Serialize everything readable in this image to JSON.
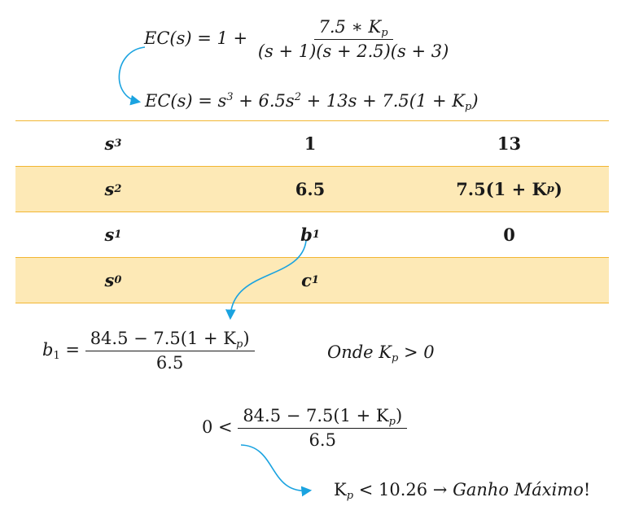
{
  "eq1": {
    "lhs": "EC(s) = 1 + ",
    "numerator": "7.5 ∗ K",
    "numerator_sub": "p",
    "denominator": "(s + 1)(s + 2.5)(s + 3)"
  },
  "eq2": {
    "a": "EC(s) = s",
    "a_sup": "3",
    "b": " + 6.5s",
    "b_sup": "2",
    "c": " + 13s + 7.5(1 + K",
    "c_sub": "p",
    "d": ")"
  },
  "table": {
    "rows": [
      {
        "label": "s",
        "label_sup": "3",
        "col1": "1",
        "col2": "13"
      },
      {
        "label": "s",
        "label_sup": "2",
        "col1": "6.5",
        "col2_pre": "7.5(1 + K",
        "col2_sub": "p",
        "col2_post": ")"
      },
      {
        "label": "s",
        "label_sup": "1",
        "col1": "b",
        "col1_sub": "1",
        "col2": "0"
      },
      {
        "label": "s",
        "label_sup": "0",
        "col1": "c",
        "col1_sub": "1",
        "col2": ""
      }
    ]
  },
  "eq3": {
    "lhs": "b",
    "lhs_sub": "1",
    "eq": " = ",
    "num_pre": "84.5 − 7.5(1 + K",
    "num_sub": "p",
    "num_post": ")",
    "den": "6.5"
  },
  "condition": {
    "pre": "Onde K",
    "sub": "p",
    "post": " > 0"
  },
  "eq4": {
    "lhs": "0 < ",
    "num_pre": "84.5 − 7.5(1 + K",
    "num_sub": "p",
    "num_post": ")",
    "den": "6.5"
  },
  "result": {
    "pre": "K",
    "sub": "p",
    "mid": " < 10.26 → ",
    "tail": "Ganho Máximo",
    "end": "!"
  },
  "colors": {
    "arrow": "#1aa3e0",
    "table_line": "#f2b632",
    "table_shade": "#fde9b6"
  }
}
